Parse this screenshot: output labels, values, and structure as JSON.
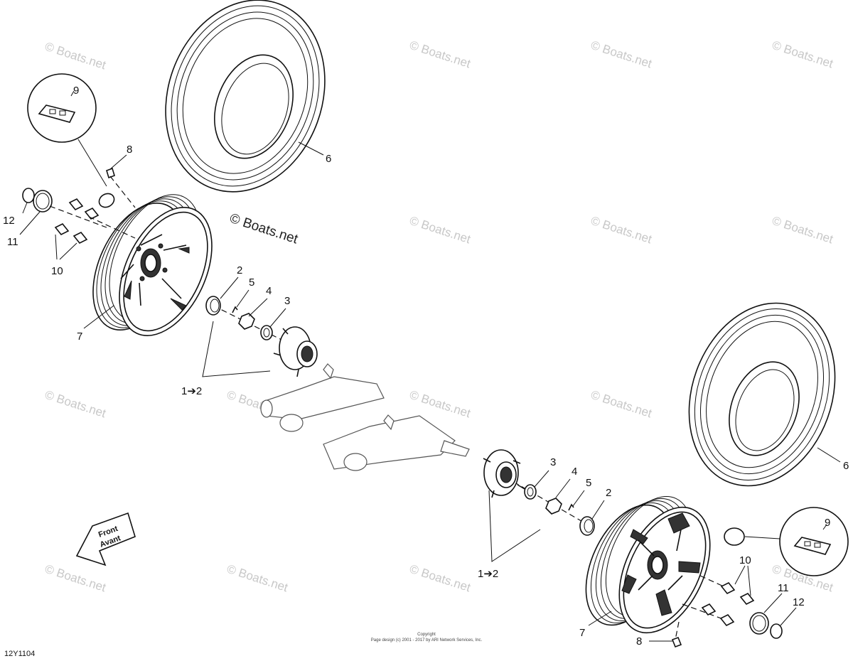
{
  "drawing": {
    "code": "12Y1104",
    "copyright_line1": "Copyright",
    "copyright_line2": "Page design (c) 2001 - 2017 by ARI Network Services, Inc.",
    "front_arrow_line1": "Front",
    "front_arrow_line2": "Avant"
  },
  "watermark": {
    "text": "© Boats.net",
    "main_text": "© Boats.net"
  },
  "callouts": {
    "c1_2_left": "1➔2",
    "c1_2_right": "1➔2",
    "c2_left": "2",
    "c2_right": "2",
    "c3_left": "3",
    "c3_right": "3",
    "c4_left": "4",
    "c4_right": "4",
    "c5_left": "5",
    "c5_right": "5",
    "c6_left": "6",
    "c6_right": "6",
    "c7_left": "7",
    "c7_right": "7",
    "c8_left": "8",
    "c8_right": "8",
    "c9_left": "9",
    "c9_right": "9",
    "c10_left": "10",
    "c10_right": "10",
    "c11_left": "11",
    "c11_right": "11",
    "c12_left": "12",
    "c12_right": "12"
  }
}
